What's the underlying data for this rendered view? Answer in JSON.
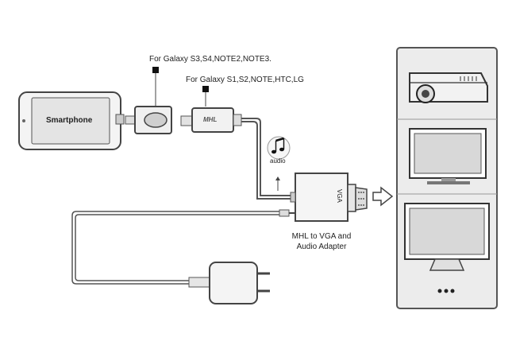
{
  "labels": {
    "galaxy_top": "For Galaxy S3,S4,NOTE2,NOTE3.",
    "galaxy_mid": "For Galaxy S1,S2,NOTE,HTC,LG",
    "smartphone": "Smartphone",
    "audio": "audio",
    "mhl_logo": "MHL",
    "vga_port": "VGA",
    "adapter_line1": "MHL to VGA and",
    "adapter_line2": "Audio Adapter"
  },
  "colors": {
    "outline": "#444444",
    "cable": "#555555",
    "screen": "#d8d8d8",
    "device_fill": "#eeeeee",
    "dark": "#222222"
  },
  "icons": [
    "music-note-icon",
    "arrow-right-icon"
  ]
}
